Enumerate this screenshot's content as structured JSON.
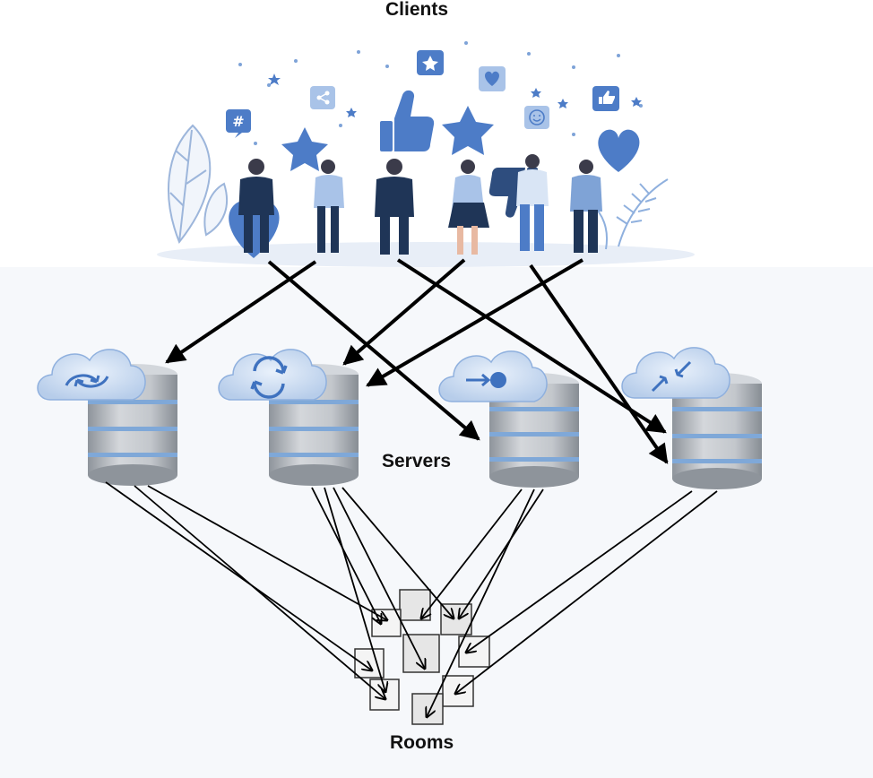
{
  "labels": {
    "clients": "Clients",
    "servers": "Servers",
    "rooms": "Rooms"
  },
  "icons": {
    "social_badges": [
      "hashtag-icon",
      "share-icon",
      "star-icon",
      "heart-icon",
      "smiley-icon",
      "thumbs-up-icon"
    ],
    "server_cloud_icons": [
      "sync-arrows-icon",
      "refresh-cycle-icon",
      "upload-arrow-icon",
      "merge-arrows-icon"
    ],
    "client_props": [
      "heart",
      "star",
      "thumbs-up",
      "star",
      "thumbs-down",
      "heart"
    ]
  },
  "colors": {
    "accent_blue": "#4d7cc7",
    "light_blue": "#a9c3e8",
    "server_gray": "#b8bcc2",
    "server_stripe": "#7fa8d8",
    "arrow": "#000000",
    "room_fill": "#e6e6e6"
  }
}
